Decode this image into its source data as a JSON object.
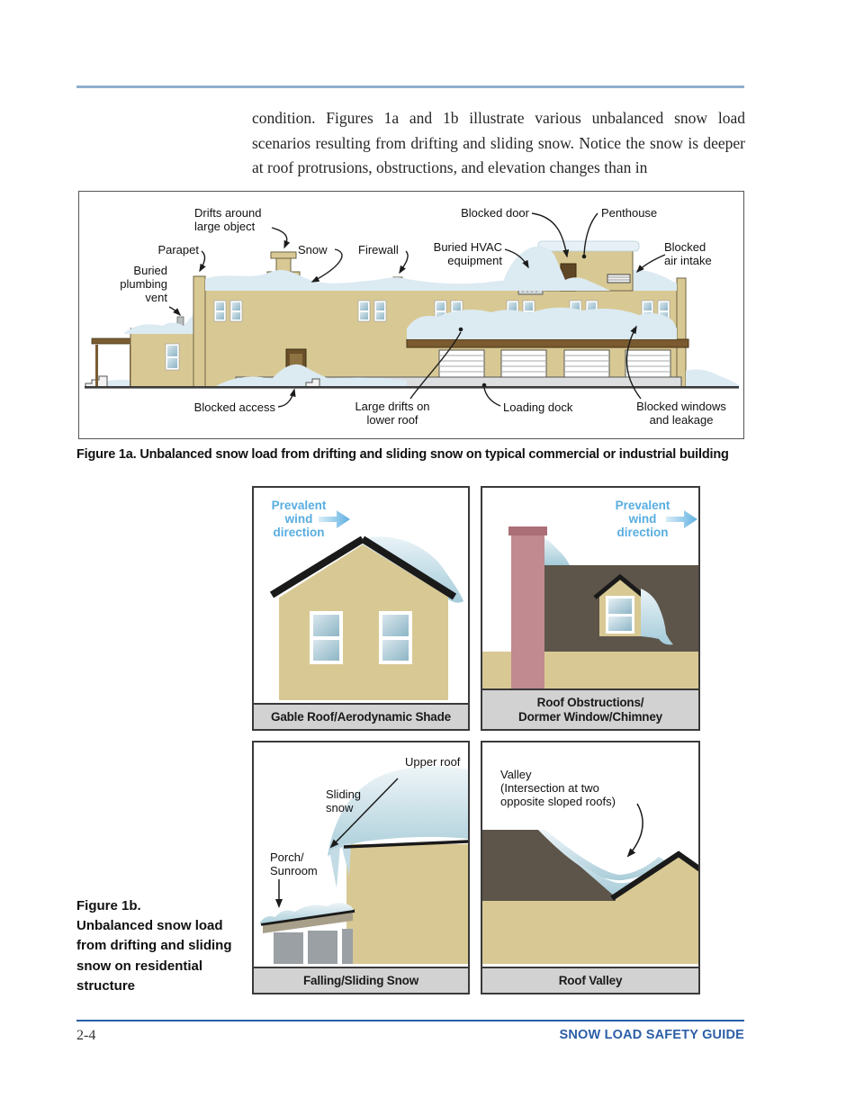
{
  "intro": {
    "text": "condition. Figures 1a and 1b illustrate various unbalanced snow load scenarios resulting from drifting and sliding snow. Notice the snow is deeper at roof protrusions, obstructions, and elevation changes than in"
  },
  "figure_1a": {
    "caption": "Figure 1a. Unbalanced snow load from drifting and sliding snow on typical commercial or industrial building",
    "labels": {
      "drifts": "Drifts around\nlarge object",
      "parapet": "Parapet",
      "snow": "Snow",
      "firewall": "Firewall",
      "blocked_door": "Blocked door",
      "penthouse": "Penthouse",
      "hvac": "Buried HVAC\nequipment",
      "air_intake": "Blocked\nair intake",
      "plumbing_vent": "Buried\nplumbing\nvent",
      "blocked_access": "Blocked access",
      "large_drifts": "Large drifts on\nlower roof",
      "loading_dock": "Loading dock",
      "blocked_windows": "Blocked windows\nand leakage"
    }
  },
  "figure_1b": {
    "side_caption": "Figure 1b.\nUnbalanced snow load\nfrom drifting and sliding\nsnow on residential\nstructure",
    "wind_label": "Prevalent\nwind\ndirection",
    "panels": {
      "gable": {
        "caption": "Gable Roof/Aerodynamic Shade"
      },
      "obstruction": {
        "caption": "Roof Obstructions/\nDormer Window/Chimney"
      },
      "sliding": {
        "caption": "Falling/Sliding Snow",
        "labels": {
          "upper_roof": "Upper roof",
          "sliding_snow": "Sliding\nsnow",
          "porch": "Porch/\nSunroom"
        }
      },
      "valley": {
        "caption": "Roof Valley",
        "labels": {
          "valley": "Valley\n(Intersection at two\nopposite sloped roofs)"
        }
      }
    }
  },
  "footer": {
    "page_number": "2-4",
    "doc_title": "SNOW LOAD SAFETY GUIDE"
  },
  "colors": {
    "building_tan": "#d8c994",
    "snow": "#dceaf2",
    "snow_deep": "#aecfdc",
    "dark_roof": "#5d554a",
    "canopy_brown": "#7a5a30",
    "chimney": "#c18990",
    "wind_blue": "#58ade0",
    "footer_blue": "#2b5ea7",
    "top_rule_blue": "#8fafcc",
    "caption_bar_gray": "#d2d2d2"
  }
}
